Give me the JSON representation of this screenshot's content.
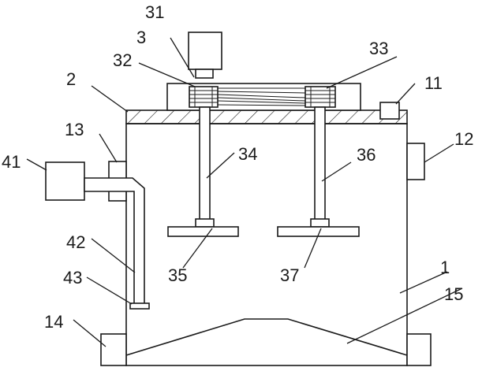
{
  "labels": {
    "l31": "31",
    "l3": "3",
    "l32": "32",
    "l33": "33",
    "l2": "2",
    "l11": "11",
    "l13": "13",
    "l12": "12",
    "l41": "41",
    "l34": "34",
    "l36": "36",
    "l42": "42",
    "l35": "35",
    "l37": "37",
    "l43": "43",
    "l1": "1",
    "l15": "15",
    "l14": "14"
  }
}
